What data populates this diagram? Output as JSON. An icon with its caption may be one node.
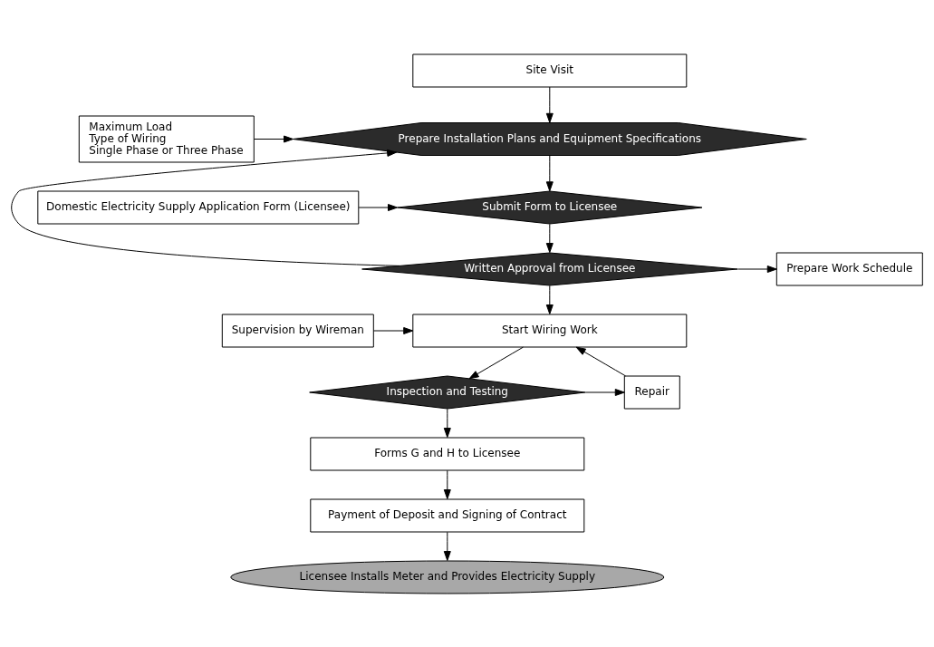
{
  "diagram": {
    "nodes": [
      {
        "text": [
          "Site Visit"
        ]
      },
      {
        "text": [
          "Prepare Installation Plans and Equipment Specifications"
        ]
      },
      {
        "text": [
          "Maximum Load",
          "Type of Wiring",
          "Single Phase or Three Phase"
        ]
      },
      {
        "text": [
          "Submit Form to Licensee"
        ]
      },
      {
        "text": [
          "Domestic Electricity Supply Application Form (Licensee)"
        ]
      },
      {
        "text": [
          "Written Approval from Licensee"
        ]
      },
      {
        "text": [
          "Prepare Work Schedule"
        ]
      },
      {
        "text": [
          "Supervision by Wireman"
        ]
      },
      {
        "text": [
          "Start Wiring Work"
        ]
      },
      {
        "text": [
          "Repair"
        ]
      },
      {
        "text": [
          "Inspection and Testing"
        ]
      },
      {
        "text": [
          "Forms G and H to Licensee"
        ]
      },
      {
        "text": [
          "Payment of Deposit and Signing of Contract"
        ]
      },
      {
        "text": [
          "Licensee Installs Meter and Provides Electricity Supply"
        ]
      }
    ],
    "edges": [
      {
        "from": 0,
        "to": 1,
        "arrow": "to"
      },
      {
        "from": 2,
        "to": 1,
        "arrow": "to"
      },
      {
        "from": 1,
        "to": 3,
        "arrow": "to"
      },
      {
        "from": 4,
        "to": 3,
        "arrow": "to"
      },
      {
        "from": 3,
        "to": 5,
        "arrow": "to"
      },
      {
        "from": 5,
        "to": 1,
        "arrow": "to"
      },
      {
        "from": 5,
        "to": 6,
        "arrow": "to"
      },
      {
        "from": 5,
        "to": 8,
        "arrow": "to"
      },
      {
        "from": 7,
        "to": 8,
        "arrow": "to"
      },
      {
        "from": 8,
        "to": 10,
        "arrow": "to"
      },
      {
        "from": 10,
        "to": 9,
        "arrow": "to"
      },
      {
        "from": 9,
        "to": 8,
        "arrow": "to"
      },
      {
        "from": 10,
        "to": 11,
        "arrow": "to"
      },
      {
        "from": 11,
        "to": 12,
        "arrow": "to"
      },
      {
        "from": 12,
        "to": 13,
        "arrow": "to"
      }
    ]
  }
}
